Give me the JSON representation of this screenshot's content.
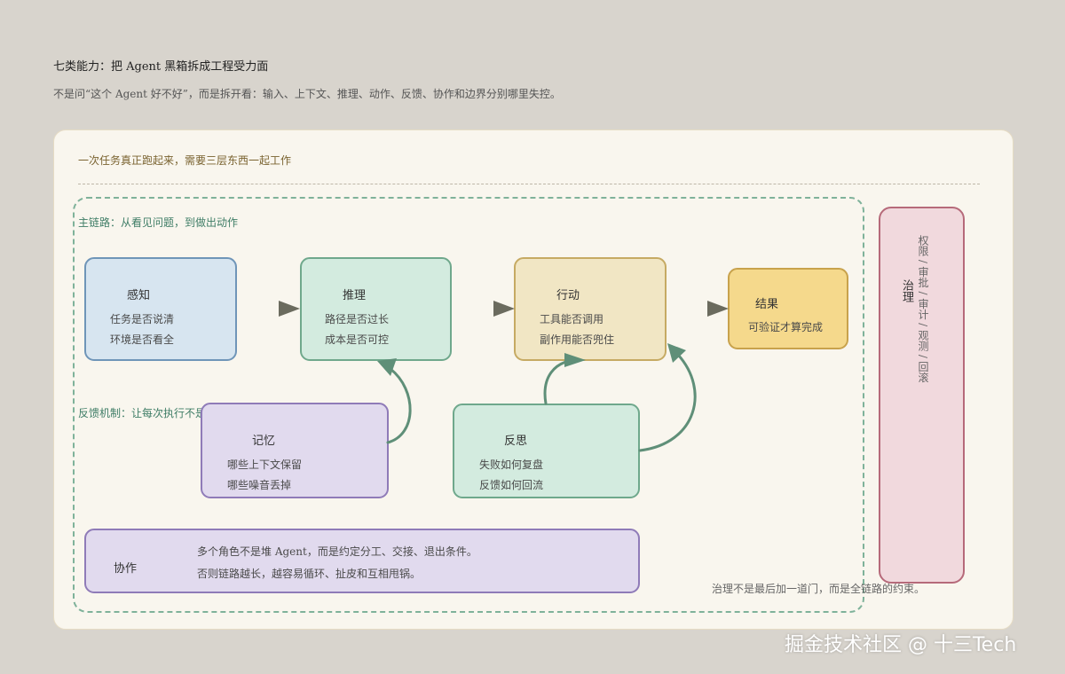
{
  "page": {
    "title": "七类能力：把 Agent 黑箱拆成工程受力面",
    "subtitle": "不是问“这个 Agent 好不好”，而是拆开看：输入、上下文、推理、动作、反馈、协作和边界分别哪里失控。"
  },
  "panel": {
    "heading": "一次任务真正跑起来，需要三层东西一起工作"
  },
  "lanes": {
    "main_chain": "主链路：从看见问题，到做出动作",
    "feedback": "反馈机制：让每次执行不是"
  },
  "nodes": {
    "perception": {
      "title": "感知",
      "lines": [
        "任务是否说清",
        "环境是否看全"
      ]
    },
    "reasoning": {
      "title": "推理",
      "lines": [
        "路径是否过长",
        "成本是否可控"
      ]
    },
    "action": {
      "title": "行动",
      "lines": [
        "工具能否调用",
        "副作用能否兜住"
      ]
    },
    "result": {
      "title": "结果",
      "lines": [
        "可验证才算完成"
      ]
    },
    "memory": {
      "title": "记忆",
      "lines": [
        "哪些上下文保留",
        "哪些噪音丢掉"
      ]
    },
    "reflection": {
      "title": "反思",
      "lines": [
        "失败如何复盘",
        "反馈如何回流"
      ]
    },
    "collaboration": {
      "title": "协作",
      "lines": [
        "多个角色不是堆 Agent，而是约定分工、交接、退出条件。",
        "否则链路越长，越容易循环、扯皮和互相甩锅。"
      ]
    },
    "governance": {
      "title": "治理",
      "desc": "权限 / 审批 / 审计 / 观测 / 回滚",
      "note": "治理不是最后加一道门，而是全链路的约束。"
    }
  },
  "watermark": "掘金技术社区 @ 十三Tech",
  "colors": {
    "background": "#d8d4cd",
    "panel": "#f9f6ee",
    "main_chain_border": "#7fb29a",
    "arrow": "#5f8f78",
    "chain_arrow": "#6b6b5e",
    "perception": "#d7e5f0",
    "reasoning": "#d3ebdf",
    "action": "#f1e6c4",
    "result": "#f5d98c",
    "memory": "#e1daee",
    "governance": "#f1d9dd"
  }
}
